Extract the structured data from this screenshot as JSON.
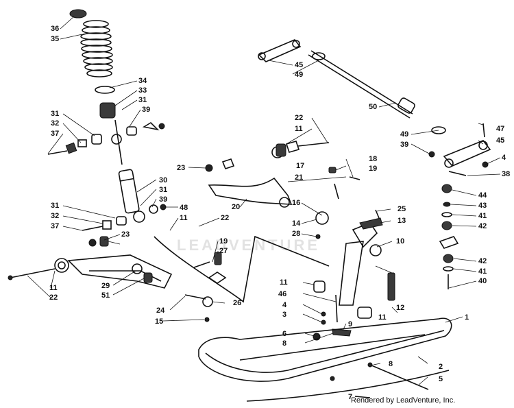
{
  "credit": "Rendered by LeadVenture, Inc.",
  "watermark": "LEADVENTURE",
  "callouts": [
    "36",
    "35",
    "34",
    "33",
    "31",
    "39",
    "31",
    "32",
    "37",
    "22",
    "11",
    "23",
    "21",
    "17",
    "19",
    "18",
    "45",
    "49",
    "50",
    "49",
    "47",
    "45",
    "39",
    "4",
    "38",
    "30",
    "31",
    "39",
    "48",
    "11",
    "22",
    "20",
    "16",
    "14",
    "28",
    "25",
    "13",
    "10",
    "31",
    "32",
    "37",
    "23",
    "19",
    "27",
    "44",
    "43",
    "41",
    "42",
    "42",
    "41",
    "40",
    "11",
    "22",
    "29",
    "51",
    "24",
    "26",
    "15",
    "11",
    "46",
    "4",
    "3",
    "6",
    "8",
    "9",
    "12",
    "11",
    "1",
    "8",
    "2",
    "5",
    "7"
  ]
}
